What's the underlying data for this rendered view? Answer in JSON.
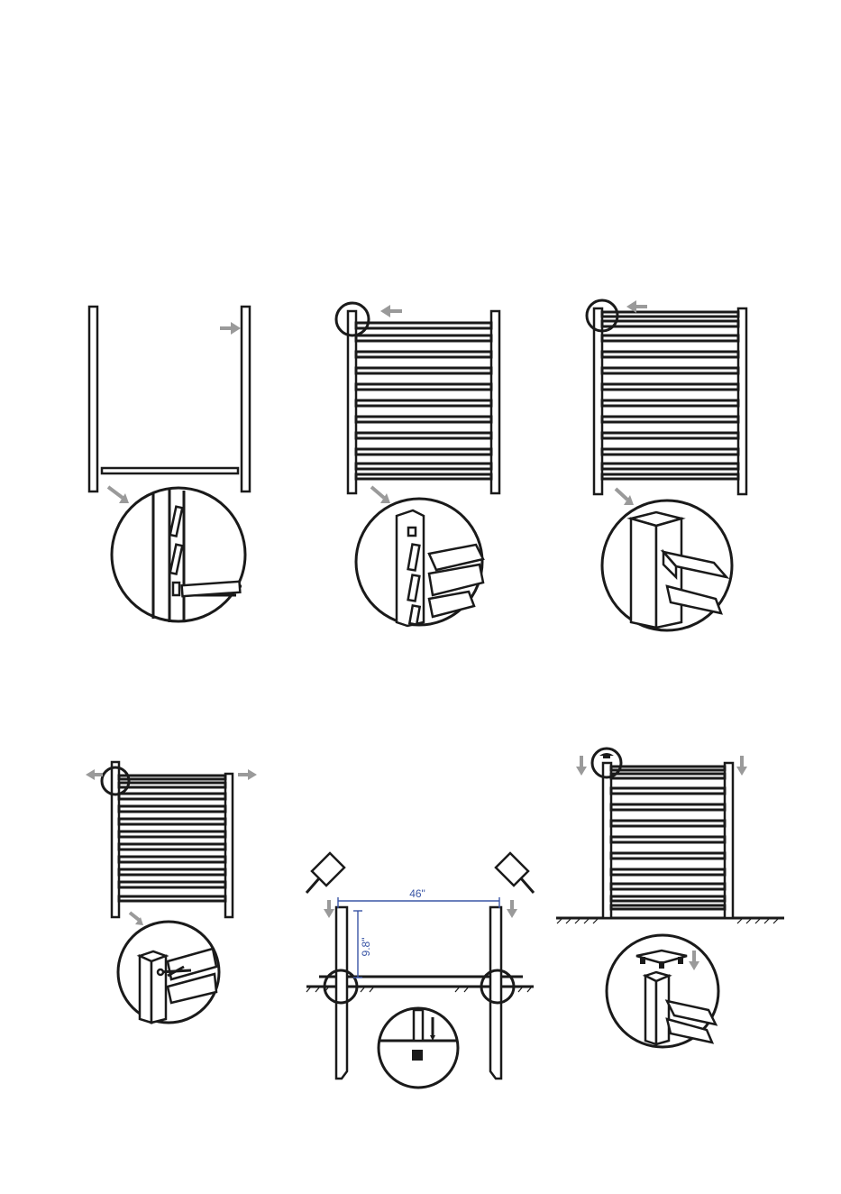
{
  "steps": [
    {
      "id": 1,
      "name": "posts-and-bottom-rail"
    },
    {
      "id": 2,
      "name": "insert-slats"
    },
    {
      "id": 3,
      "name": "insert-top-rail"
    },
    {
      "id": 4,
      "name": "screw-rails"
    },
    {
      "id": 5,
      "name": "set-posts-in-ground"
    },
    {
      "id": 6,
      "name": "attach-post-caps"
    }
  ],
  "dimensions": {
    "post_spacing": "46\"",
    "post_depth": "9.8\""
  },
  "colors": {
    "line": "#1a1a1a",
    "arrow": "#9a9a9a",
    "dimension": "#3a56a6"
  },
  "icons": [
    "arrow-icon",
    "hammer-icon",
    "post-cap-icon"
  ]
}
